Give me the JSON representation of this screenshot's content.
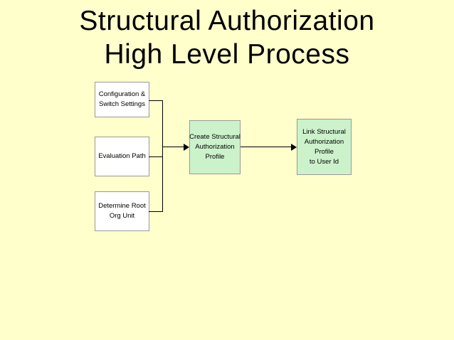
{
  "title": {
    "line1": "Structural Authorization",
    "line2": "High Level Process"
  },
  "flowchart": {
    "source_boxes": [
      {
        "id": "configuration-switch-settings",
        "label": "Configuration &\nSwitch Settings"
      },
      {
        "id": "evaluation-path",
        "label": "Evaluation Path"
      },
      {
        "id": "determine-root-org-unit",
        "label": "Determine Root\nOrg Unit"
      }
    ],
    "process_boxes": [
      {
        "id": "create-structural-authorization-profile",
        "label": "Create Structural\nAuthorization\nProfile"
      },
      {
        "id": "link-structural-authorization-profile",
        "label": "Link Structural\nAuthorization\nProfile\nto User Id"
      }
    ],
    "flow": "three source boxes merge into a vertical junction, arrow to Create Structural Authorization Profile, arrow to Link Structural Authorization Profile to User Id"
  },
  "colors": {
    "slide_background": "#FFFFCC",
    "source_box_fill": "#FFFFFF",
    "process_box_fill": "#CCF2CC",
    "box_border": "#999999",
    "connector": "#000000",
    "title_text": "#000000"
  }
}
